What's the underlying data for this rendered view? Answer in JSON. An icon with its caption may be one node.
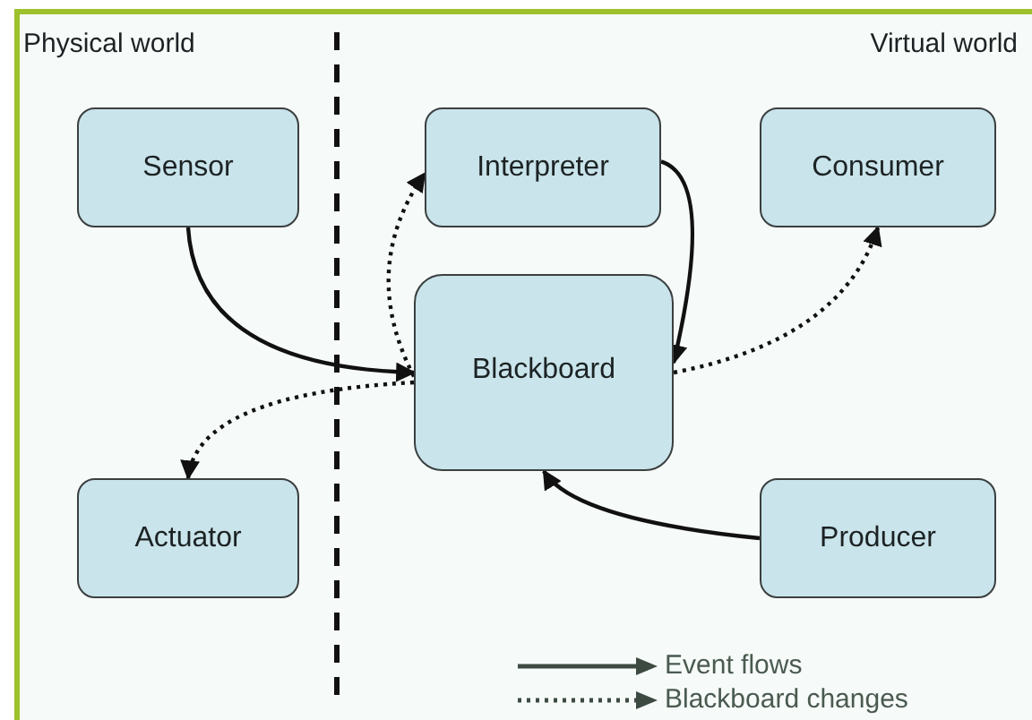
{
  "diagram": {
    "nodes": [
      {
        "text": [
          "Sensor"
        ]
      },
      {
        "text": [
          "Interpreter"
        ]
      },
      {
        "text": [
          "Consumer"
        ]
      },
      {
        "text": [
          "Blackboard"
        ]
      },
      {
        "text": [
          "Actuator"
        ]
      },
      {
        "text": [
          "Producer"
        ]
      }
    ],
    "edges": [
      {
        "from": 0,
        "to": 3,
        "arrow": "to"
      },
      {
        "from": 1,
        "to": 3,
        "arrow": "to"
      },
      {
        "from": 5,
        "to": 3,
        "arrow": "to"
      },
      {
        "from": 3,
        "to": 1,
        "arrow": "to",
        "style": "dashed"
      },
      {
        "from": 3,
        "to": 2,
        "arrow": "to",
        "style": "dashed"
      },
      {
        "from": 3,
        "to": 4,
        "arrow": "to",
        "style": "dashed"
      }
    ],
    "labels": [
      "Physical world",
      "Virtual world"
    ],
    "legend": [
      {
        "text": "Event flows"
      },
      {
        "text": "Blackboard changes"
      }
    ]
  }
}
